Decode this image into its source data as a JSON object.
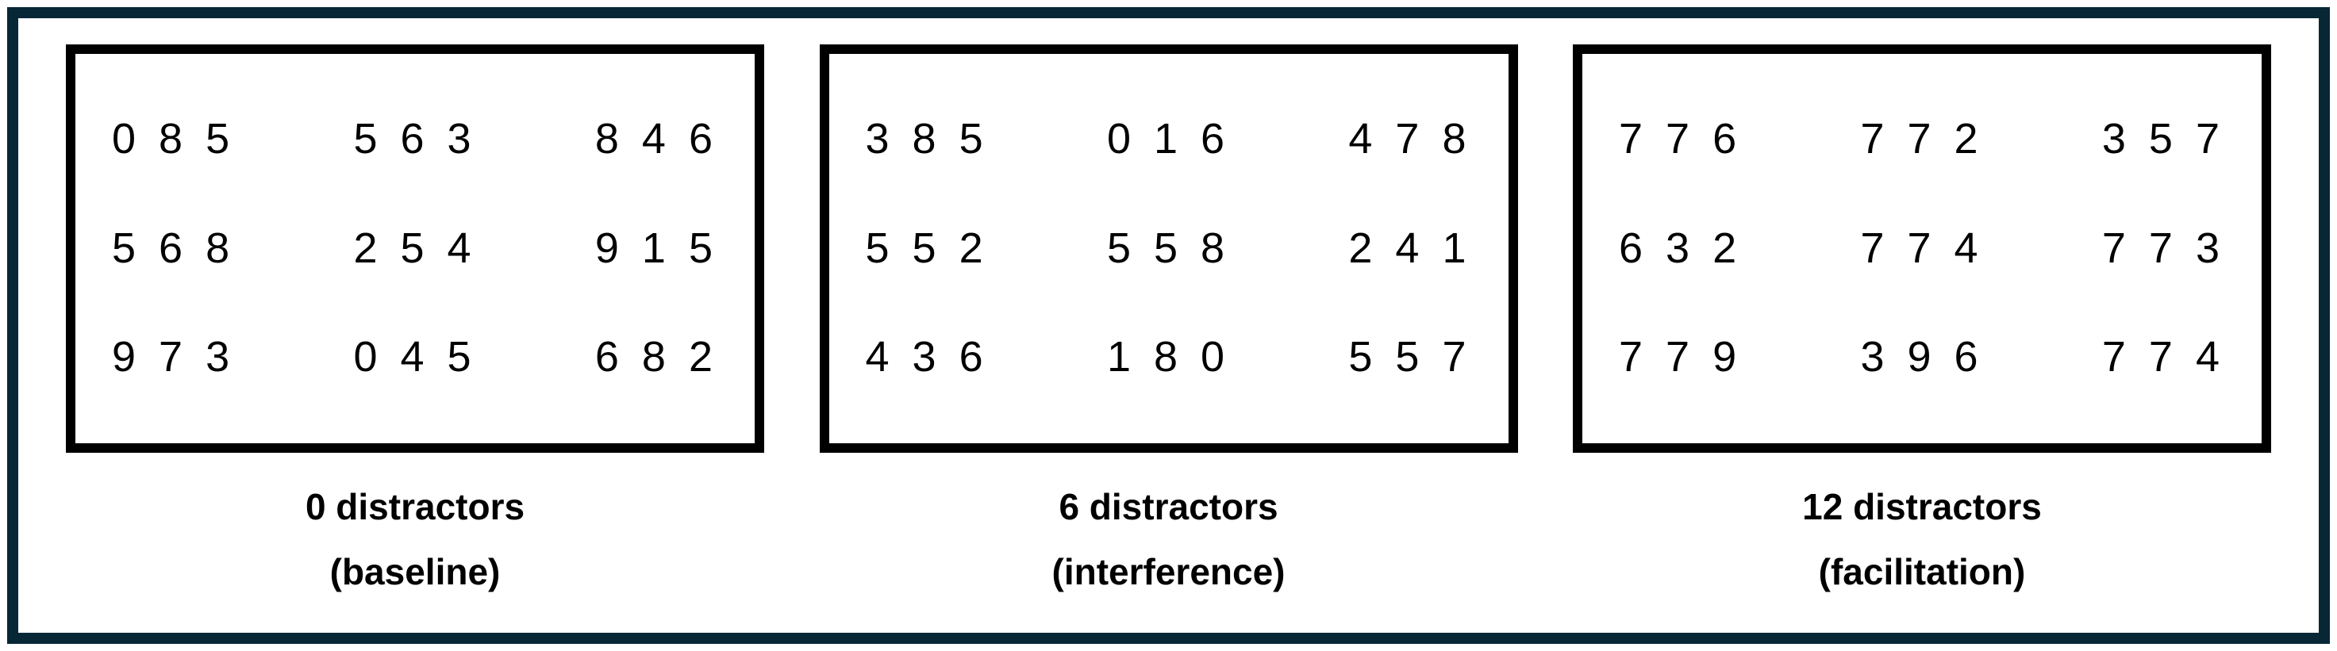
{
  "figure": {
    "colors": {
      "frame_border": "#072736",
      "box_border": "#000000",
      "background": "#ffffff",
      "text": "#000000"
    },
    "panels": [
      {
        "caption": {
          "line1": "0 distractors",
          "line2": "(baseline)"
        },
        "rows": [
          [
            "0 8 5",
            "5 6 3",
            "8 4 6"
          ],
          [
            "5 6 8",
            "2 5 4",
            "9 1 5"
          ],
          [
            "9 7 3",
            "0 4 5",
            "6 8 2"
          ]
        ]
      },
      {
        "caption": {
          "line1": "6 distractors",
          "line2": "(interference)"
        },
        "rows": [
          [
            "3 8 5",
            "0 1 6",
            "4 7 8"
          ],
          [
            "5 5 2",
            "5 5 8",
            "2 4 1"
          ],
          [
            "4 3 6",
            "1 8 0",
            "5 5 7"
          ]
        ]
      },
      {
        "caption": {
          "line1": "12 distractors",
          "line2": "(facilitation)"
        },
        "rows": [
          [
            "7 7 6",
            "7 7 2",
            "3 5 7"
          ],
          [
            "6 3 2",
            "7 7 4",
            "7 7 3"
          ],
          [
            "7 7 9",
            "3 9 6",
            "7 7 4"
          ]
        ]
      }
    ]
  }
}
